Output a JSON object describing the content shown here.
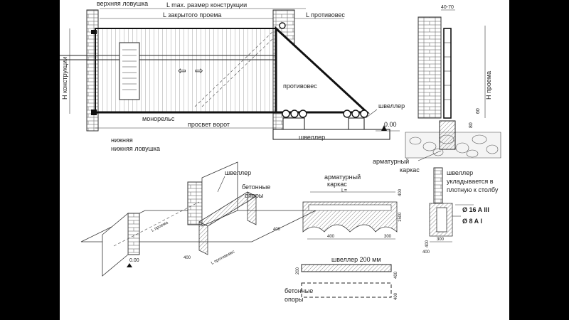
{
  "main_drawing": {
    "top_catcher": "верхняя ловушка",
    "bottom_catcher": "нижняя ловушка",
    "l_max": "L max. размер  конструкции",
    "l_closed": "L закрытого проема",
    "l_counter": "L противовес",
    "counterweight": "противовес",
    "monorail": "монорельс",
    "clearance": "просвет ворот",
    "channel_1": "швеллер",
    "channel_2": "швеллер",
    "level": "0.00",
    "h_construction": "H конструкции"
  },
  "side_section": {
    "gap": "40-70",
    "h_opening": "H проема",
    "dim_60": "60",
    "dim_80": "80",
    "rebar_cage_1": "арматурный",
    "rebar_cage_2": "каркас"
  },
  "iso_view": {
    "channel": "швеллер",
    "concrete_1": "бетонные",
    "concrete_2": "опоры",
    "l_opening": "L проема",
    "l_counter": "L противовес",
    "dim_400a": "400",
    "dim_400b": "400",
    "level": "0.00"
  },
  "foundation_section": {
    "rebar_1": "арматурный",
    "rebar_2": "каркас",
    "l_label": "L=",
    "dim_400": "400",
    "dim_1500": "1500",
    "dim_400_bottom": "400",
    "dim_300": "300"
  },
  "column_section": {
    "channel_note_1": "швеллер",
    "channel_note_2": "укладывается в",
    "channel_note_3": "плотную к столбу",
    "rebar_16": "Ø 16 A III",
    "rebar_8": "Ø 8 A I",
    "dim_400": "400",
    "dim_300": "300",
    "dim_400_side": "400"
  },
  "plan_view": {
    "channel_200": "швеллер 200 мм",
    "concrete_1": "бетонные",
    "concrete_2": "опоры",
    "dim_200": "200",
    "dim_400": "400",
    "dim_400b": "400"
  }
}
